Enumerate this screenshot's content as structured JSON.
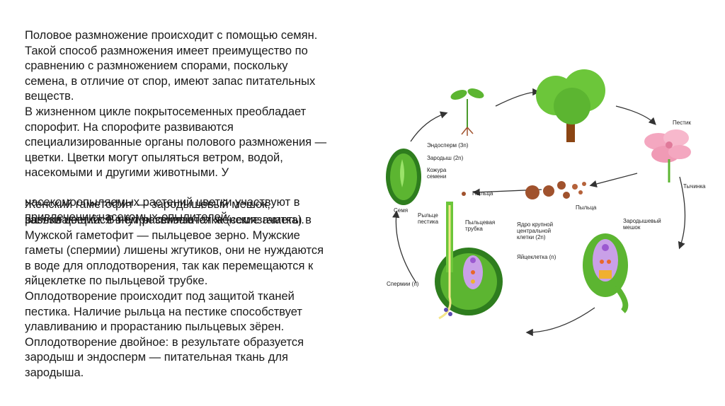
{
  "text_block_1": [
    "Половое размножение происходит с помощью семян.",
    "Такой способ размножения имеет преимущество по",
    "сравнению с размножением спорами, поскольку",
    "семена, в отличие от спор, имеют запас питательных",
    "веществ.",
    "В жизненном цикле покрытосеменных преобладает",
    "спорофит. На спорофите развиваются",
    "специализированные органы полового размножения —",
    "цветки. Цветки могут опыляться ветром, водой,",
    "насекомыми и другими животными. У"
  ],
  "overlap_lines": {
    "line_a": "насекомоопыляемых растений цветки участвуют в",
    "line_b": "Женский гаметофит — зародышевый мешок,",
    "line_c": "привлечении насекомых-опылителей.",
    "line_d": "развивающийся внутри семязачатка (семязачатка) в"
  },
  "text_block_2": [
    "завязи цветка. В нём развиваются женские гаметы.",
    "Мужской гаметофит — пыльцевое зерно. Мужские",
    "гаметы (спермии) лишены жгутиков, они не нуждаются",
    "в воде для оплодотворения, так как перемещаются к",
    "яйцеклетке по пыльцевой трубке.",
    "Оплодотворение происходит под защитой тканей",
    "пестика. Наличие рыльца на пестике способствует",
    "улавливанию и прорастанию пыльцевых зёрен.",
    "Оплодотворение двойное: в результате образуется",
    "зародыш и эндосперм — питательная ткань для",
    "зародыша."
  ],
  "diagram_labels": {
    "pistil": "Пестик",
    "stamen": "Тычинка",
    "endosperm": "Эндосперм (3n)",
    "embryo": "Зародыш (2n)",
    "seed_coat_1": "Кожура",
    "seed_coat_2": "семени",
    "pollen_1": "Пыльца",
    "pollen_2": "Пыльца",
    "seed": "Семя",
    "stigma_1": "Рыльце",
    "stigma_2": "пестика",
    "tube_1": "Пыльцевая",
    "tube_2": "трубка",
    "nucleus_1": "Ядро крупной",
    "nucleus_2": "центральной",
    "nucleus_3": "клетки (2n)",
    "egg": "Яйцеклетка (n)",
    "sac_1": "Зародышевый",
    "sac_2": "мешок",
    "sperm": "Спермии (n)"
  },
  "colors": {
    "green": "#5cb531",
    "dark_green": "#2e7d1e",
    "brown": "#a0522d",
    "purple": "#9b59d0",
    "pink": "#f4a7c0"
  }
}
